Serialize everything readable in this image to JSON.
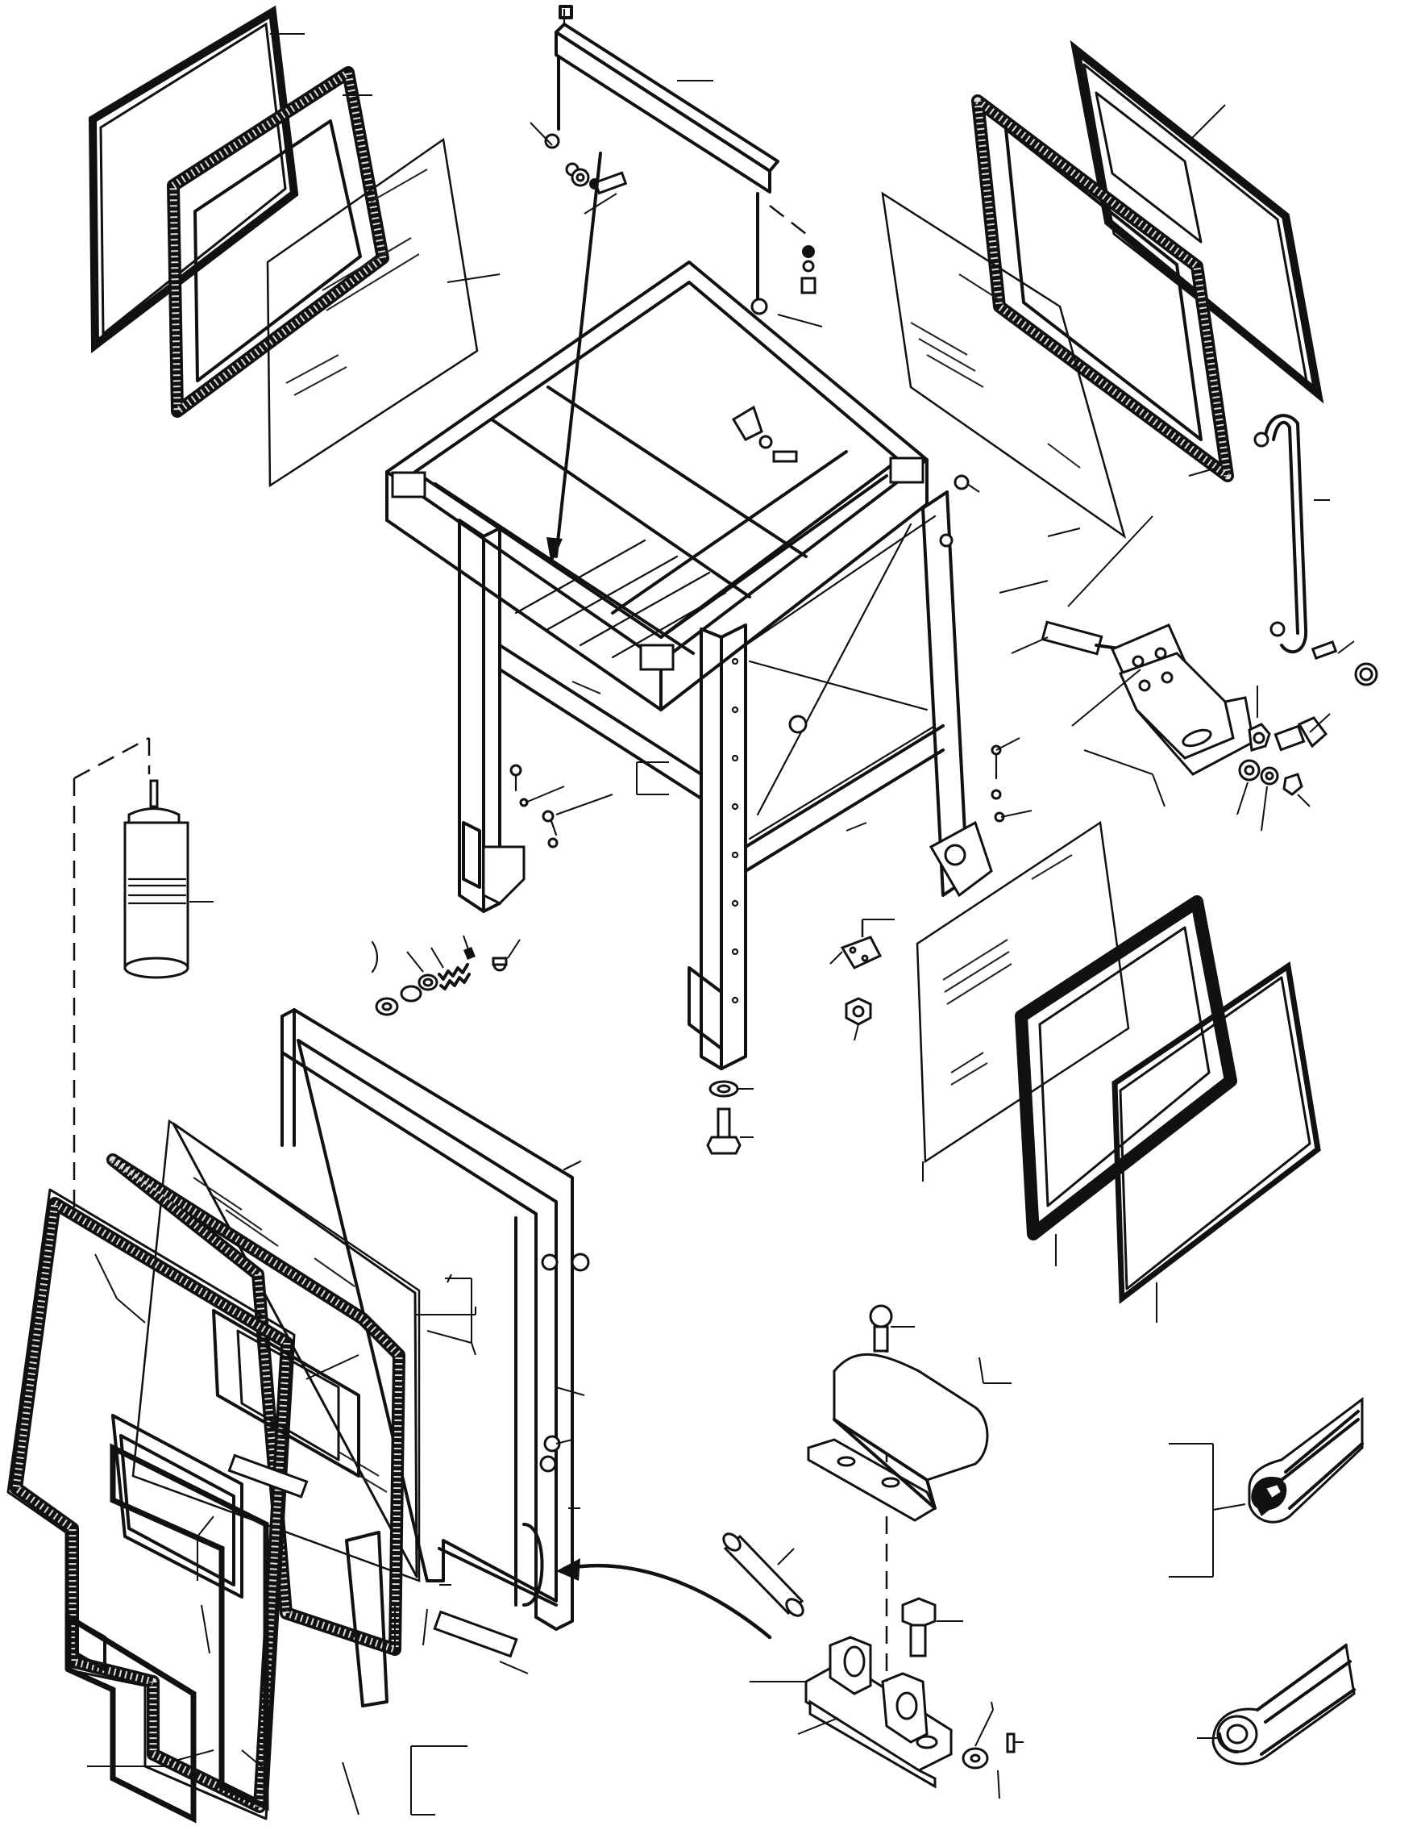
{
  "diagram": {
    "kind": "exploded parts drawing",
    "style": "black line art on white",
    "printed_text": []
  },
  "components": [
    {
      "id": "upper-left-window-seal"
    },
    {
      "id": "upper-left-window-gasket"
    },
    {
      "id": "upper-left-glass-pane"
    },
    {
      "id": "overhead-beam"
    },
    {
      "id": "cab-frame"
    },
    {
      "id": "upper-right-window-seal"
    },
    {
      "id": "upper-right-window-gasket"
    },
    {
      "id": "upper-right-glass-pane"
    },
    {
      "id": "grab-handle"
    },
    {
      "id": "mounting-bracket"
    },
    {
      "id": "adhesive-cartridge"
    },
    {
      "id": "door-frame"
    },
    {
      "id": "door-glass"
    },
    {
      "id": "door-seal"
    },
    {
      "id": "latch-cover"
    },
    {
      "id": "hinge-assembly"
    },
    {
      "id": "lower-right-glass-pane"
    },
    {
      "id": "lower-right-gasket"
    },
    {
      "id": "lower-right-seal"
    },
    {
      "id": "edge-trim-profile-upper"
    },
    {
      "id": "edge-trim-profile-lower"
    }
  ]
}
